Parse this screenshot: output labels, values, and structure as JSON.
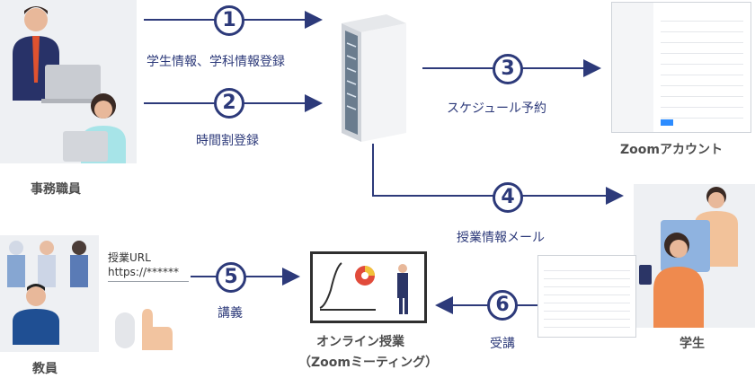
{
  "labels": {
    "staff": "事務職員",
    "teacher": "教員",
    "student": "学生",
    "zoom_account": "Zoomアカウント",
    "online_class_line1": "オンライン授業",
    "online_class_line2": "（Zoomミーティング）"
  },
  "steps": [
    {
      "num": "1",
      "label": "学生情報、学科情報登録"
    },
    {
      "num": "2",
      "label": "時間割登録"
    },
    {
      "num": "3",
      "label": "スケジュール予約"
    },
    {
      "num": "4",
      "label": "授業情報メール"
    },
    {
      "num": "5",
      "label": "講義"
    },
    {
      "num": "6",
      "label": "受講"
    }
  ],
  "teacher_note": {
    "title": "授業URL",
    "url": "https://******"
  },
  "colors": {
    "navy": "#2d3a7a",
    "panel": "#eef0f3"
  }
}
